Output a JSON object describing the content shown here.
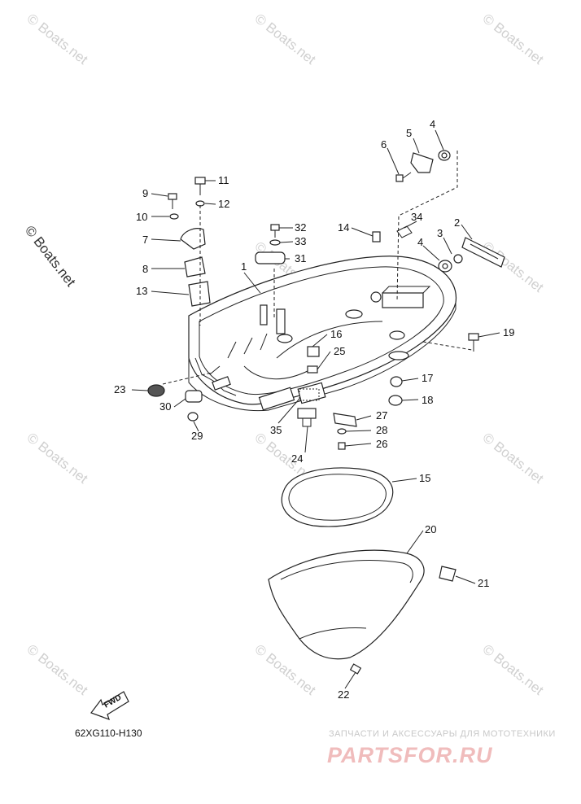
{
  "watermark": {
    "text": "© Boats.net",
    "side_text": "© Boats.net"
  },
  "callouts": [
    "1",
    "2",
    "3",
    "4",
    "4",
    "5",
    "6",
    "7",
    "8",
    "9",
    "10",
    "11",
    "12",
    "13",
    "14",
    "15",
    "16",
    "17",
    "18",
    "19",
    "20",
    "21",
    "22",
    "23",
    "24",
    "25",
    "26",
    "27",
    "28",
    "29",
    "30",
    "31",
    "32",
    "33",
    "34",
    "35"
  ],
  "direction_tag": "FWD",
  "diagram_code": "62XG110-H130",
  "brand": {
    "tagline": "ЗАПЧАСТИ И АКСЕССУАРЫ ДЛЯ МОТОТЕХНИКИ",
    "logo": "PARTSFOR.RU",
    "logo_color": "#f0bcbc"
  }
}
